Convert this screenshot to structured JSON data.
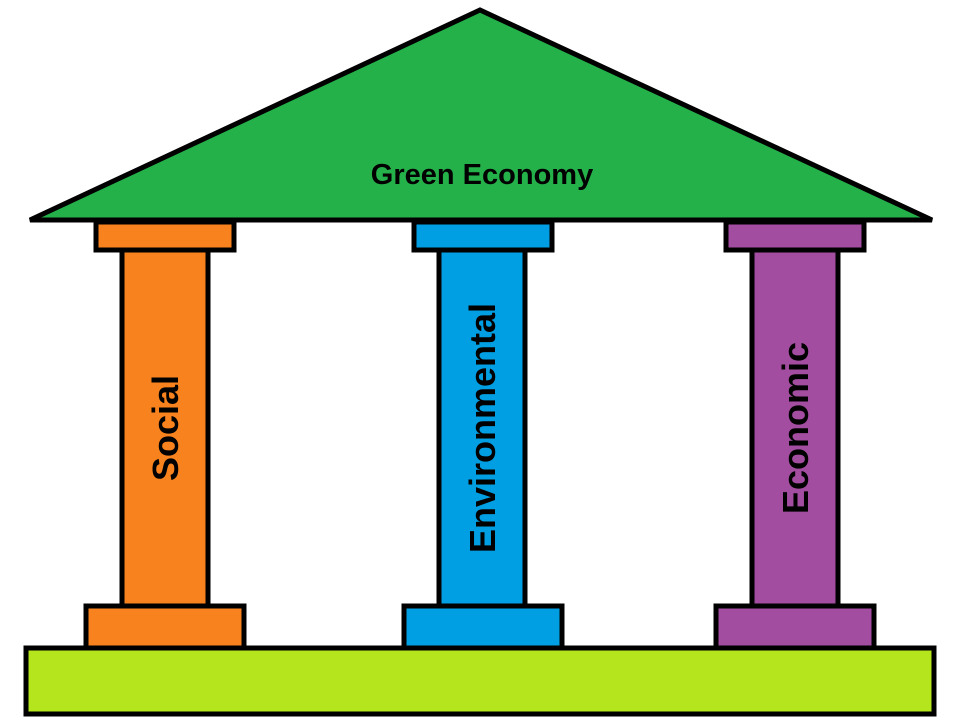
{
  "diagram": {
    "roof": {
      "label": "Green Economy",
      "color": "#25b14a"
    },
    "pillars": [
      {
        "label": "Social",
        "color": "#f8821e"
      },
      {
        "label": "Environmental",
        "color": "#009fe3"
      },
      {
        "label": "Economic",
        "color": "#a34da0"
      }
    ],
    "foundation": {
      "color": "#b5e51d"
    },
    "outline_color": "#000000"
  }
}
